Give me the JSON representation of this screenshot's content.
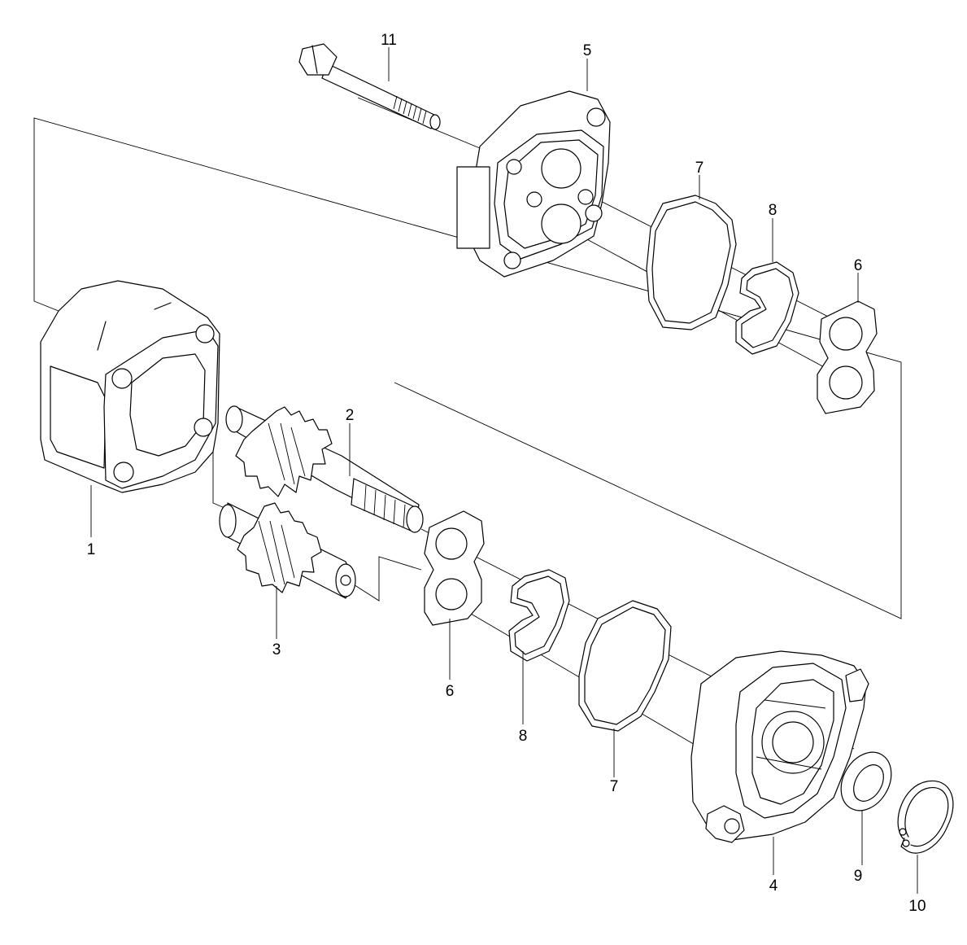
{
  "diagram": {
    "parts": [
      {
        "id": "housing",
        "label": "1"
      },
      {
        "id": "drive-gear-shaft",
        "label": "2"
      },
      {
        "id": "driven-gear",
        "label": "3"
      },
      {
        "id": "front-cover",
        "label": "4"
      },
      {
        "id": "rear-cover",
        "label": "5"
      },
      {
        "id": "wear-plate-top",
        "label": "6"
      },
      {
        "id": "wear-plate-bottom",
        "label": "6"
      },
      {
        "id": "seal-top",
        "label": "7"
      },
      {
        "id": "seal-bottom",
        "label": "7"
      },
      {
        "id": "backup-seal-top",
        "label": "8"
      },
      {
        "id": "backup-seal-bottom",
        "label": "8"
      },
      {
        "id": "shaft-seal",
        "label": "9"
      },
      {
        "id": "snap-ring",
        "label": "10"
      },
      {
        "id": "bolt",
        "label": "11"
      }
    ]
  }
}
